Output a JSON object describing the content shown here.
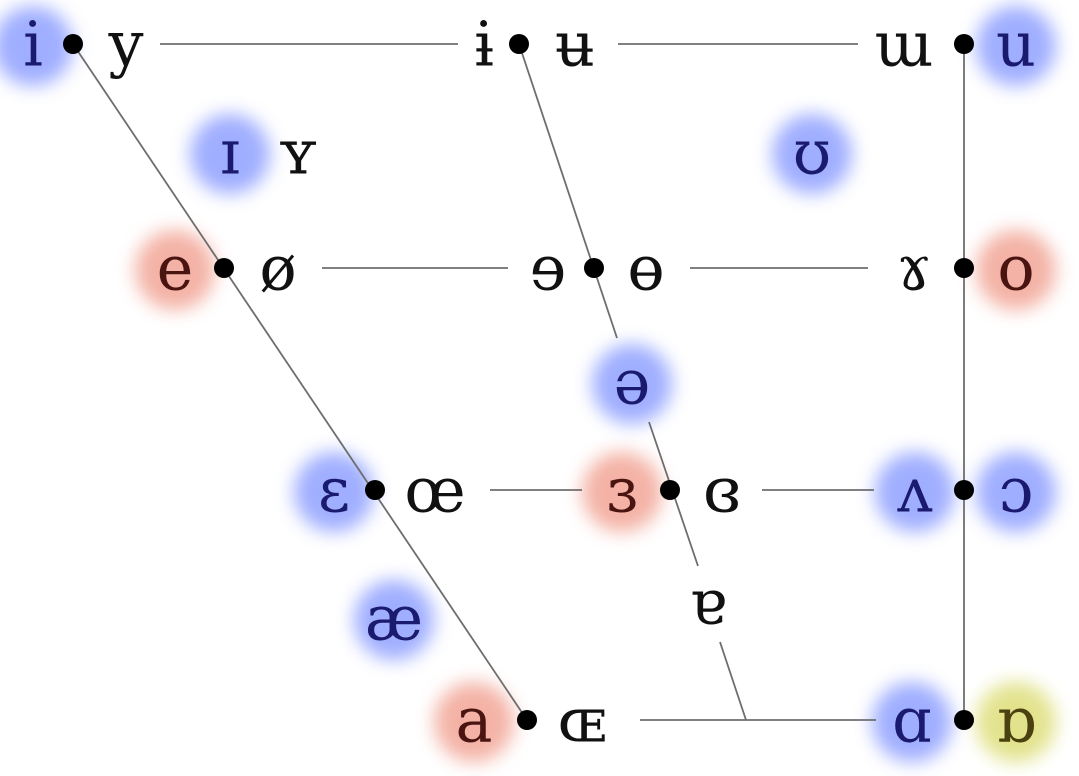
{
  "title": "",
  "colors": {
    "blue_highlight": "#8fa0ff",
    "red_highlight": "#f2a596",
    "yellow_highlight": "#dede7a",
    "blue_text": "#1a1a6e",
    "red_text": "#4a1410",
    "olive_text": "#4a4010",
    "black_text": "#111111"
  },
  "vowels": [
    {
      "id": "close-front-unrounded",
      "symbol": "i",
      "highlight": "blue",
      "text": "blue"
    },
    {
      "id": "close-front-rounded",
      "symbol": "y",
      "highlight": "none",
      "text": "black"
    },
    {
      "id": "close-central-unrounded",
      "symbol": "ɨ",
      "highlight": "none",
      "text": "black"
    },
    {
      "id": "close-central-rounded",
      "symbol": "ʉ",
      "highlight": "none",
      "text": "black"
    },
    {
      "id": "close-back-unrounded",
      "symbol": "ɯ",
      "highlight": "none",
      "text": "black"
    },
    {
      "id": "close-back-rounded",
      "symbol": "u",
      "highlight": "blue",
      "text": "blue"
    },
    {
      "id": "near-close-front-unrounded",
      "symbol": "ɪ",
      "highlight": "blue",
      "text": "blue"
    },
    {
      "id": "near-close-front-rounded",
      "symbol": "ʏ",
      "highlight": "none",
      "text": "black"
    },
    {
      "id": "near-close-back-rounded",
      "symbol": "ʊ",
      "highlight": "blue",
      "text": "blue"
    },
    {
      "id": "close-mid-front-unrounded",
      "symbol": "e",
      "highlight": "red",
      "text": "red"
    },
    {
      "id": "close-mid-front-rounded",
      "symbol": "ø",
      "highlight": "none",
      "text": "black"
    },
    {
      "id": "close-mid-central-unrounded",
      "symbol": "ɘ",
      "highlight": "none",
      "text": "black"
    },
    {
      "id": "close-mid-central-rounded",
      "symbol": "ɵ",
      "highlight": "none",
      "text": "black"
    },
    {
      "id": "close-mid-back-unrounded",
      "symbol": "ɤ",
      "highlight": "none",
      "text": "black"
    },
    {
      "id": "close-mid-back-rounded",
      "symbol": "o",
      "highlight": "red",
      "text": "red"
    },
    {
      "id": "mid-central",
      "symbol": "ə",
      "highlight": "blue",
      "text": "blue"
    },
    {
      "id": "open-mid-front-unrounded",
      "symbol": "ɛ",
      "highlight": "blue",
      "text": "blue"
    },
    {
      "id": "open-mid-front-rounded",
      "symbol": "œ",
      "highlight": "none",
      "text": "black"
    },
    {
      "id": "open-mid-central-unrounded",
      "symbol": "ɜ",
      "highlight": "red",
      "text": "red"
    },
    {
      "id": "open-mid-central-rounded",
      "symbol": "ɞ",
      "highlight": "none",
      "text": "black"
    },
    {
      "id": "open-mid-back-unrounded",
      "symbol": "ʌ",
      "highlight": "blue",
      "text": "blue"
    },
    {
      "id": "open-mid-back-rounded",
      "symbol": "ɔ",
      "highlight": "blue",
      "text": "blue"
    },
    {
      "id": "near-open-front-unrounded",
      "symbol": "æ",
      "highlight": "blue",
      "text": "blue"
    },
    {
      "id": "near-open-central",
      "symbol": "ɐ",
      "highlight": "none",
      "text": "black"
    },
    {
      "id": "open-front-unrounded",
      "symbol": "a",
      "highlight": "red",
      "text": "red"
    },
    {
      "id": "open-front-rounded",
      "symbol": "ɶ",
      "highlight": "none",
      "text": "black"
    },
    {
      "id": "open-back-unrounded",
      "symbol": "ɑ",
      "highlight": "blue",
      "text": "blue"
    },
    {
      "id": "open-back-rounded",
      "symbol": "ɒ",
      "highlight": "yellow",
      "text": "olive"
    }
  ]
}
